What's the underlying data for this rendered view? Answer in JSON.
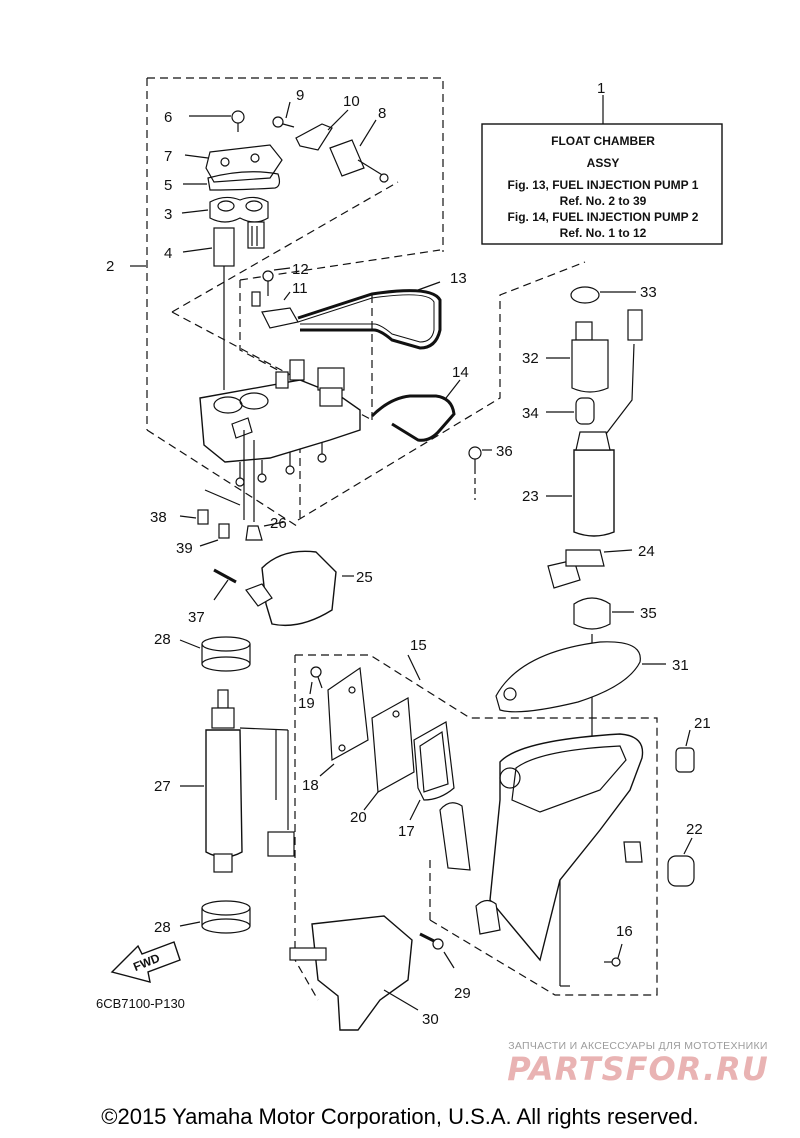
{
  "info_box": {
    "title_line1": "FLOAT CHAMBER",
    "title_line2": "ASSY",
    "line3": "Fig. 13, FUEL INJECTION PUMP 1",
    "line4": "Ref. No. 2 to 39",
    "line5": "Fig. 14, FUEL INJECTION PUMP 2",
    "line6": "Ref. No. 1 to 12"
  },
  "callouts": {
    "c1": "1",
    "c2": "2",
    "c3": "3",
    "c4": "4",
    "c5": "5",
    "c6": "6",
    "c7": "7",
    "c8": "8",
    "c9": "9",
    "c10": "10",
    "c11": "11",
    "c12": "12",
    "c13": "13",
    "c14": "14",
    "c15": "15",
    "c16": "16",
    "c17": "17",
    "c18": "18",
    "c19": "19",
    "c20": "20",
    "c21": "21",
    "c22": "22",
    "c23": "23",
    "c24": "24",
    "c25": "25",
    "c26": "26",
    "c27": "27",
    "c28a": "28",
    "c28b": "28",
    "c29": "29",
    "c30": "30",
    "c31": "31",
    "c32": "32",
    "c33": "33",
    "c34": "34",
    "c35": "35",
    "c36": "36",
    "c37": "37",
    "c38": "38",
    "c39": "39"
  },
  "fwd_label": "FWD",
  "diagram_code": "6CB7100-P130",
  "watermark": {
    "top_text": "ЗАПЧАСТИ И АКСЕССУАРЫ ДЛЯ МОТОТЕХНИКИ",
    "logo_text": "PARTSFOR.RU"
  },
  "copyright": "©2015 Yamaha Motor Corporation, U.S.A. All rights reserved."
}
